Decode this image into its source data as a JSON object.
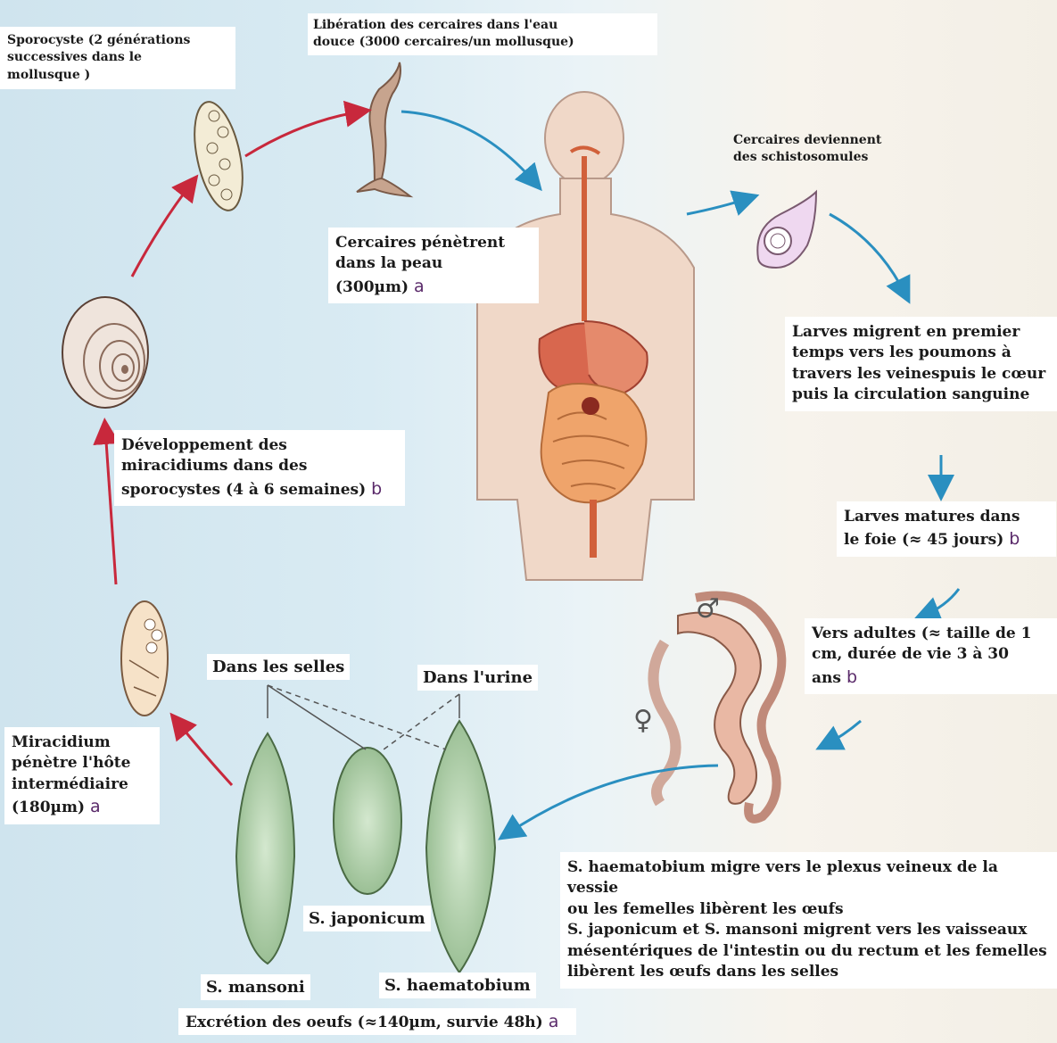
{
  "labels": {
    "sporocyst": "Sporocyste (2 générations\nsuccessives dans le\nmollusque )",
    "release": "Libération des cercaires dans l'eau\ndouce  (3000 cercaires/un mollusque)",
    "penetrate": "Cercaires pénètrent\ndans la peau (300µm)",
    "penetrate_note": "a",
    "schistosomula": "Cercaires deviennent\ndes schistosomules",
    "migrate": "Larves migrent en premier\ntemps vers les poumons à\ntravers les veinespuis le  cœur\npuis la circulation sanguine",
    "liver": "Larves matures dans\nle foie (≈ 45 jours)",
    "liver_note": "b",
    "adults": "Vers adultes (≈ taille de 1\ncm, durée de vie 3 à 30 ans",
    "adults_note": "b",
    "development": "Développement des\nmiracidiums dans des\nsporocystes (4 à 6 semaines)",
    "development_note": "b",
    "miracidium": "Miracidium\npénètre l'hôte\nintermédiaire\n(180µm)",
    "miracidium_note": "a",
    "stool": "Dans les selles",
    "urine": "Dans l'urine",
    "japonicum": "S. japonicum",
    "mansoni": "S. mansoni",
    "haematobium": "S. haematobium",
    "excretion": "Excrétion des oeufs (≈140µm, survie 48h)",
    "excretion_note": "a",
    "migration_text": "S. haematobium migre vers le plexus veineux de la vessie\nou les  femelles libèrent les œufs\nS. japonicum et S. mansoni migrent vers les vaisseaux\nmésentériques de l'intestin ou du rectum et les femelles\nlibèrent les œufs dans les selles",
    "male_symbol": "♂",
    "female_symbol": "♀"
  },
  "colors": {
    "red_arrow": "#c8283c",
    "blue_arrow": "#2a8fc0",
    "egg_fill": "#b7d6b0",
    "body_fill": "#f0d8c8",
    "worm_fill": "#e9b8a4"
  }
}
